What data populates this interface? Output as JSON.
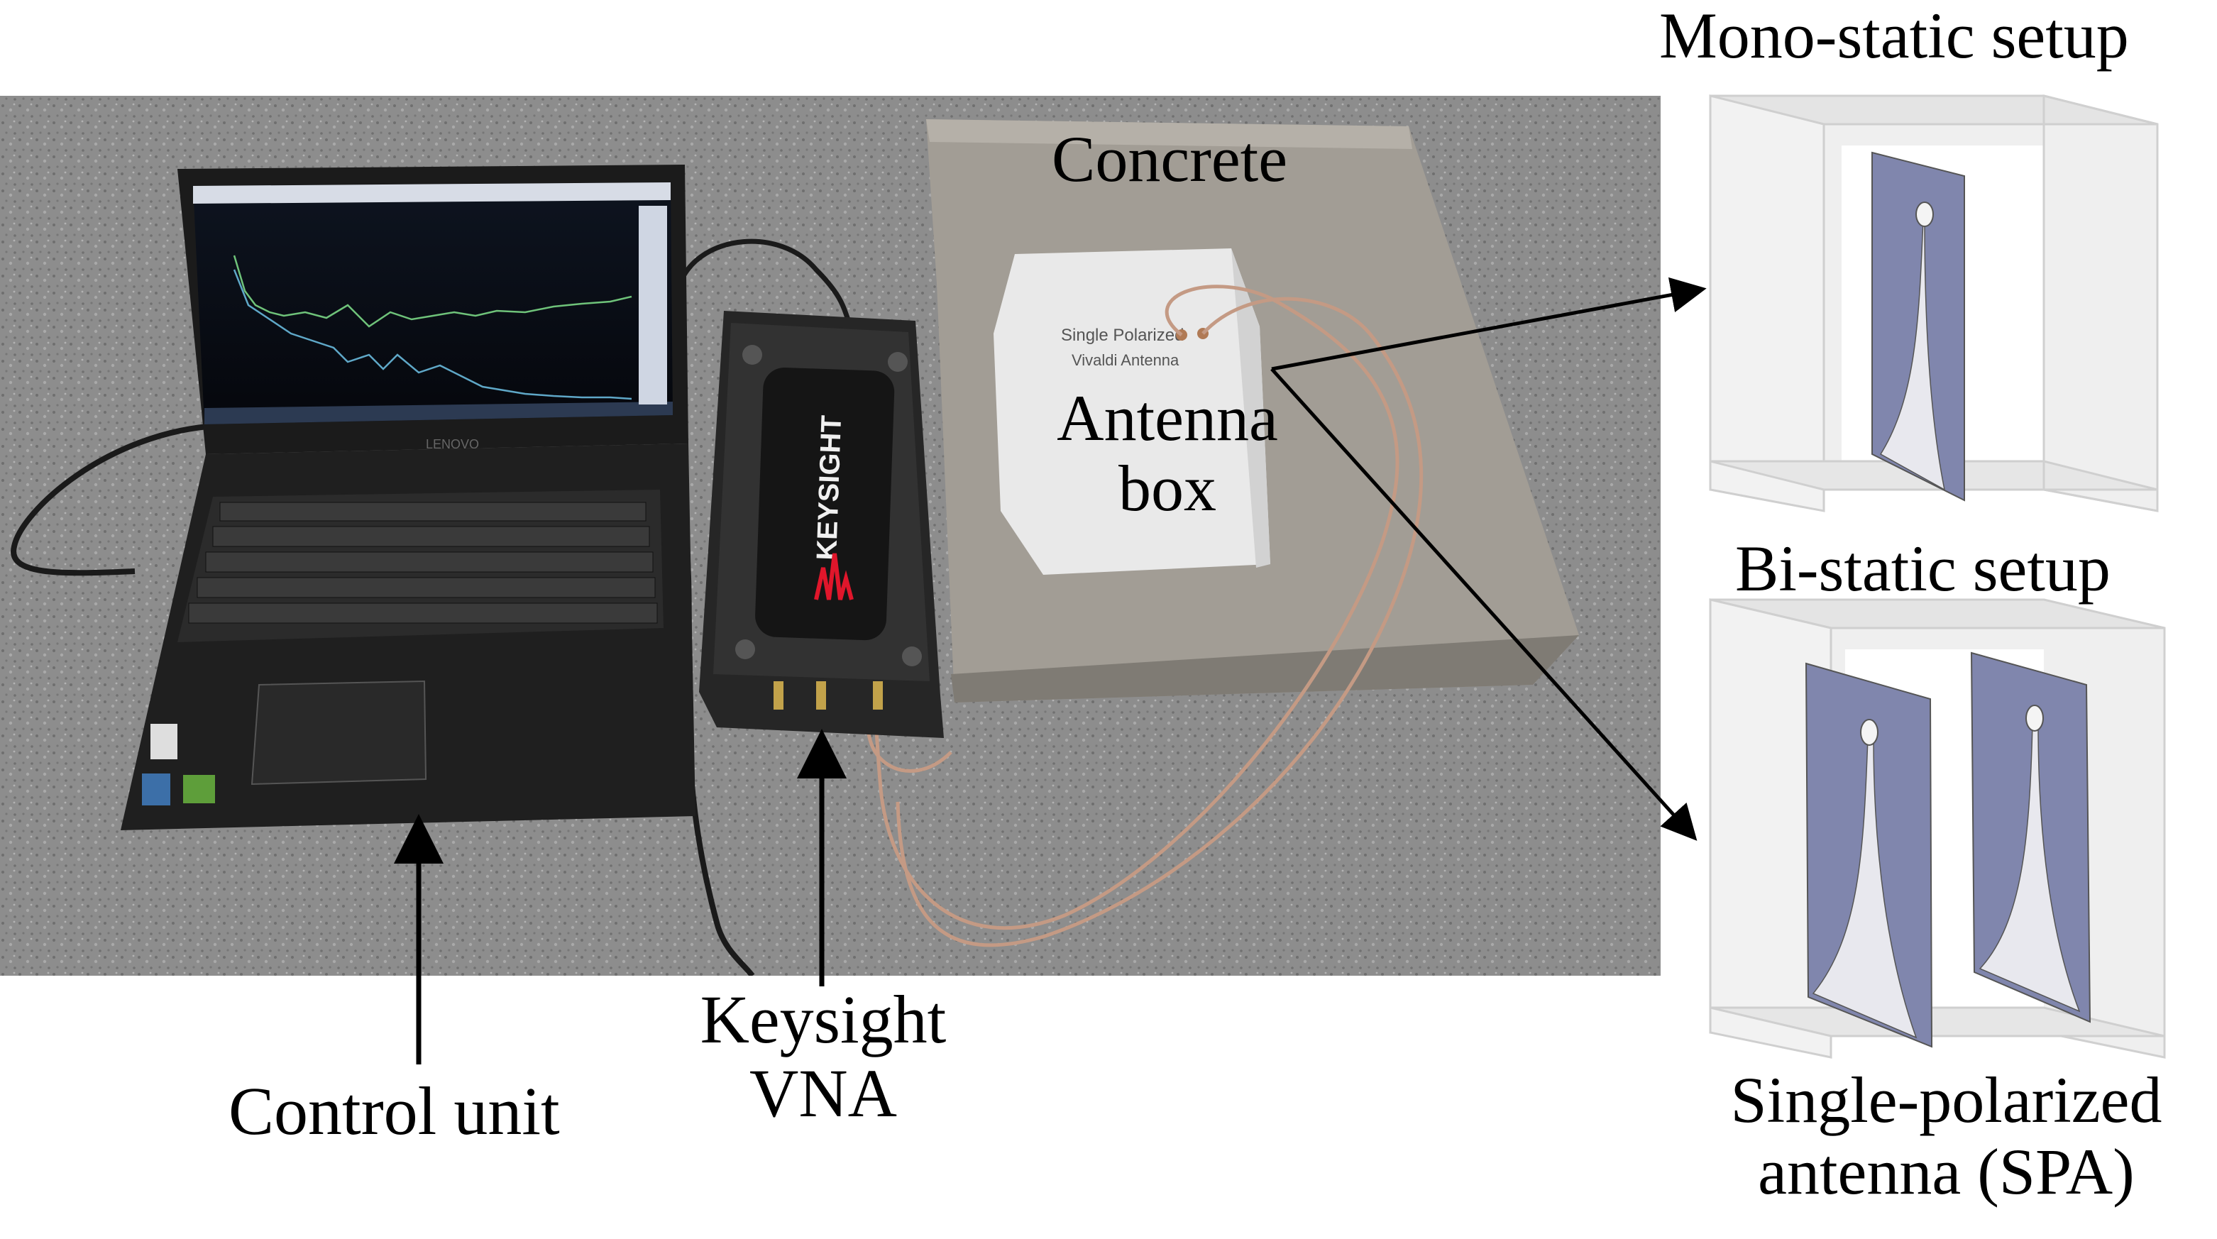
{
  "photo": {
    "concrete_label": "Concrete",
    "antenna_box_label_line1": "Antenna",
    "antenna_box_label_line2": "box",
    "vna_brand": "KEYSIGHT",
    "laptop_brand": "LENOVO",
    "box_writing_line1": "Single Polarized",
    "box_writing_line2": "Vivaldi Antenna"
  },
  "callouts": {
    "control_unit": "Control unit",
    "vna_line1": "Keysight",
    "vna_line2": "VNA"
  },
  "setups": {
    "mono_title": "Mono-static setup",
    "bi_title": "Bi-static setup",
    "spa_line1": "Single-polarized",
    "spa_line2": "antenna (SPA)"
  },
  "colors": {
    "antenna_fill": "#8086ad",
    "box_frame": "#dcdcdc",
    "floor": "#8c8c8c",
    "concrete": "#9e9a92",
    "vna_body": "#2a2a2a",
    "vna_logo_red": "#e0162b"
  }
}
